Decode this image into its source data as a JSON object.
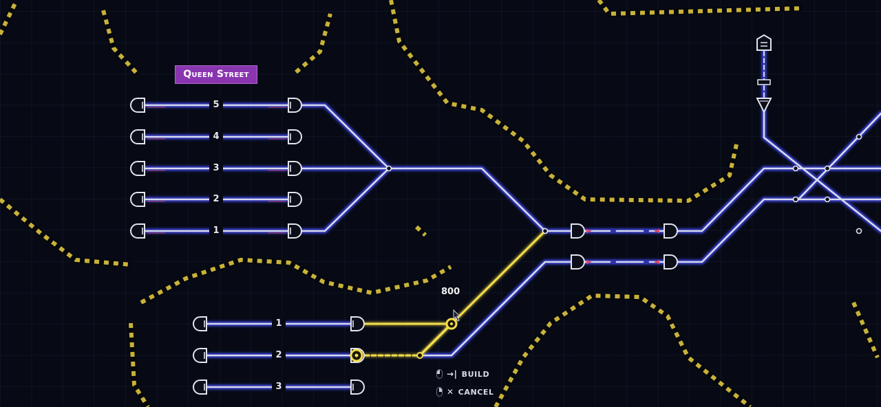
{
  "station": {
    "name": "Queen Street"
  },
  "upper_platforms": [
    "5",
    "4",
    "3",
    "2",
    "1"
  ],
  "lower_platforms": [
    "1",
    "2",
    "3"
  ],
  "build_cost": "800",
  "controls": {
    "build": {
      "glyph": "→|",
      "label": "BUILD"
    },
    "cancel": {
      "glyph": "✕",
      "label": "CANCEL"
    }
  },
  "colors": {
    "background": "#070a14",
    "track": "#d6dcf0",
    "track_glow": "#3a3fd8",
    "new_track": "#f2dd4a",
    "hazard_yellow": "#c8b23a",
    "station_label": "#8a35b0"
  },
  "icons": {
    "signal": "d-shaped-signal-icon",
    "depot": "depot-icon",
    "junction": "junction-node-icon",
    "cursor": "mouse-cursor-icon"
  }
}
